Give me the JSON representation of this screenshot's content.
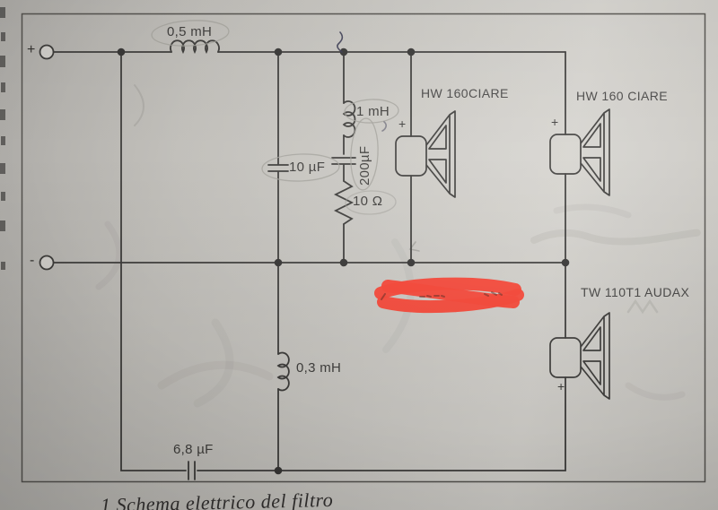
{
  "colors": {
    "paper": "#c8c6c1",
    "line": "#3e3d3b",
    "pencil": "#a3a19b",
    "red_marker": "#fb4636",
    "ink": "#3a3a52"
  },
  "figure": {
    "caption": "1 Schema elettrico del filtro",
    "input_terminals": {
      "positive": "+",
      "negative": "-"
    },
    "components": {
      "series_inductor_top": {
        "label": "0,5 mH"
      },
      "shunt_capacitor": {
        "label": "10 µF"
      },
      "notch_inductor": {
        "label": "1 mH"
      },
      "notch_capacitor": {
        "label": "200µF"
      },
      "notch_resistor": {
        "label": "10 Ω"
      },
      "tweeter_inductor": {
        "label": "0,3 mH"
      },
      "tweeter_capacitor": {
        "label": "6,8 µF"
      }
    },
    "speakers": [
      {
        "label": "HW 160CIARE",
        "polarity_mark": "+"
      },
      {
        "label": "HW 160 CIARE",
        "polarity_mark": "+"
      },
      {
        "label": "TW 110T1 AUDAX",
        "polarity_mark": "+"
      }
    ]
  }
}
